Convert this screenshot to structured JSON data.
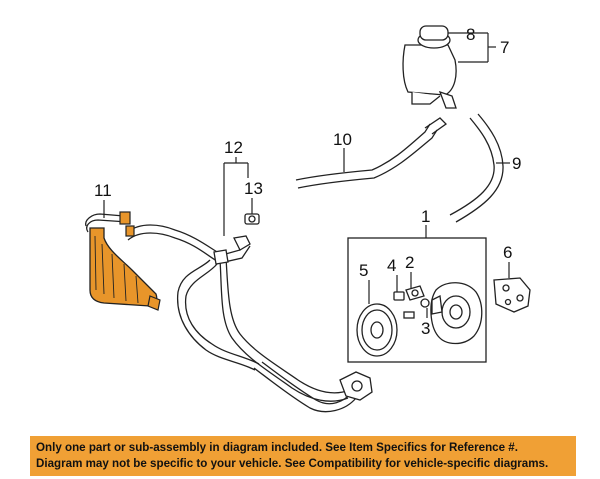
{
  "callouts": {
    "c1": "1",
    "c2": "2",
    "c3": "3",
    "c4": "4",
    "c5": "5",
    "c6": "6",
    "c7": "7",
    "c8": "8",
    "c9": "9",
    "c10": "10",
    "c11": "11",
    "c12": "12",
    "c13": "13"
  },
  "highlight_color": "#e8952a",
  "banner": {
    "line1": "Only one part or sub-assembly in diagram included. See Item Specifics for Reference #.",
    "line2": "Diagram may not be specific to your vehicle. See Compatibility for vehicle-specific diagrams.",
    "background": "#f0a035"
  }
}
